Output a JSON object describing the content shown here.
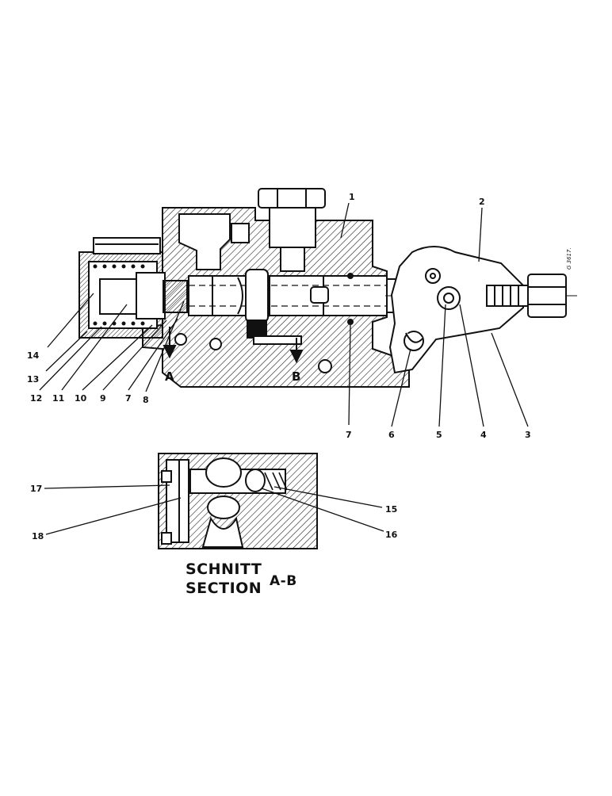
{
  "drawing_code": "G 3617.",
  "section_caption": {
    "line1": "SCHNITT",
    "line2": "SECTION",
    "section_id": "A-B"
  },
  "section_markers": {
    "a": "A",
    "b": "B"
  },
  "callouts": [
    "1",
    "2",
    "3",
    "4",
    "5",
    "6",
    "7",
    "7",
    "8",
    "9",
    "10",
    "11",
    "12",
    "13",
    "14",
    "15",
    "16",
    "17",
    "18"
  ]
}
